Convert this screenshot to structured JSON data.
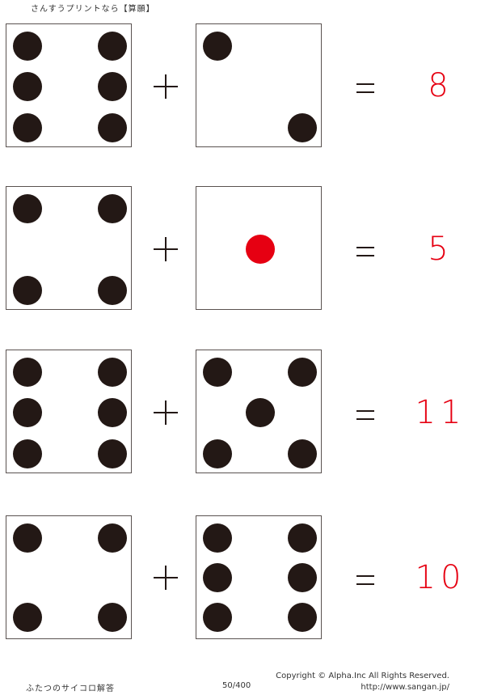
{
  "header": {
    "title": "さんすうプリントなら【算願】"
  },
  "colors": {
    "pip": "#231815",
    "highlight": "#e60012",
    "answer": "#e60012"
  },
  "problems": [
    {
      "left_die": 6,
      "right_die": 2,
      "operator": "+",
      "equals": "=",
      "answer": "8"
    },
    {
      "left_die": 4,
      "right_die": 1,
      "operator": "+",
      "equals": "=",
      "answer": "5"
    },
    {
      "left_die": 6,
      "right_die": 5,
      "operator": "+",
      "equals": "=",
      "answer": "11"
    },
    {
      "left_die": 4,
      "right_die": 6,
      "operator": "+",
      "equals": "=",
      "answer": "10"
    }
  ],
  "footer": {
    "worksheet_title": "ふたつのサイコロ解答",
    "page": "50/400",
    "copyright": "Copyright ©  Alpha.Inc All Rights Reserved.",
    "url": "http://www.sangan.jp/"
  }
}
